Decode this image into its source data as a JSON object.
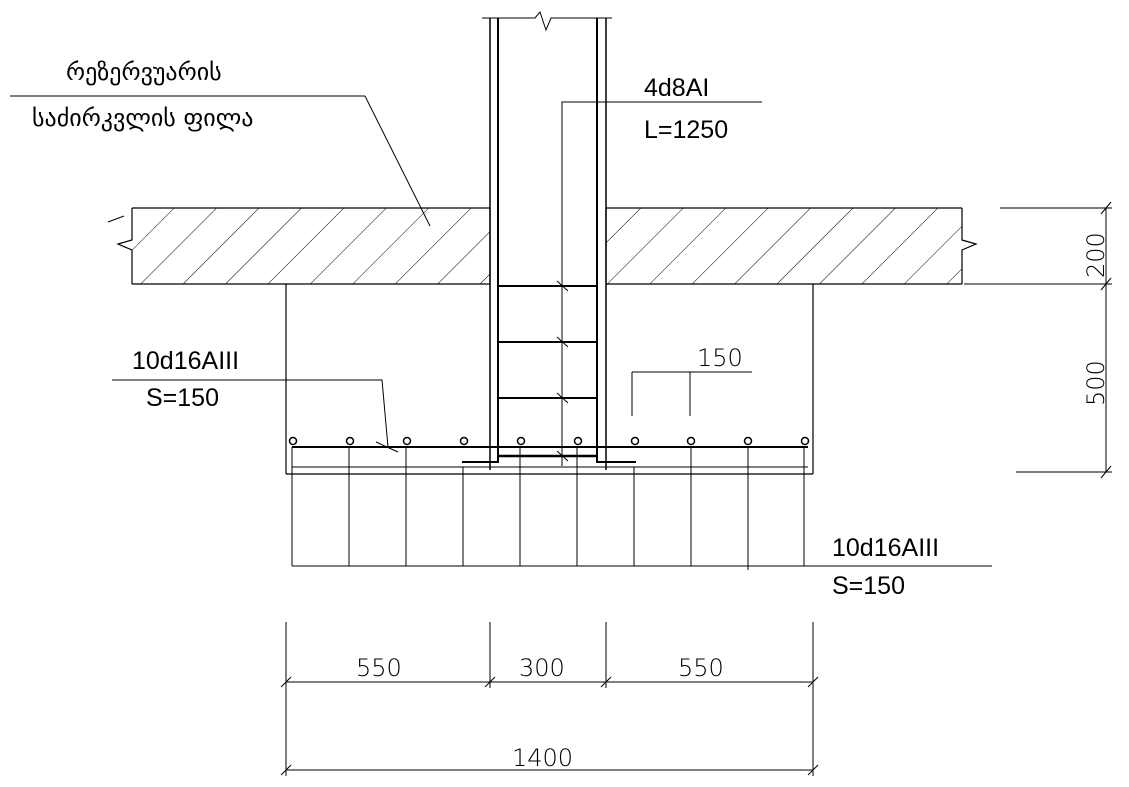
{
  "drawing": {
    "slab_label_line1": "რეზერვუარის",
    "slab_label_line2": "საძირკვლის ფილა",
    "column_rebar_spec": "4d8AI",
    "column_rebar_length": "L=1250",
    "top_rebar_spec": "10d16AIII",
    "top_rebar_spacing": "S=150",
    "bottom_rebar_spec": "10d16AIII",
    "bottom_rebar_spacing": "S=150",
    "spacing_dim": "150",
    "dim_slab_thickness": "200",
    "dim_footing_height": "500",
    "dim_left": "550",
    "dim_column": "300",
    "dim_right": "550",
    "dim_total": "1400"
  }
}
